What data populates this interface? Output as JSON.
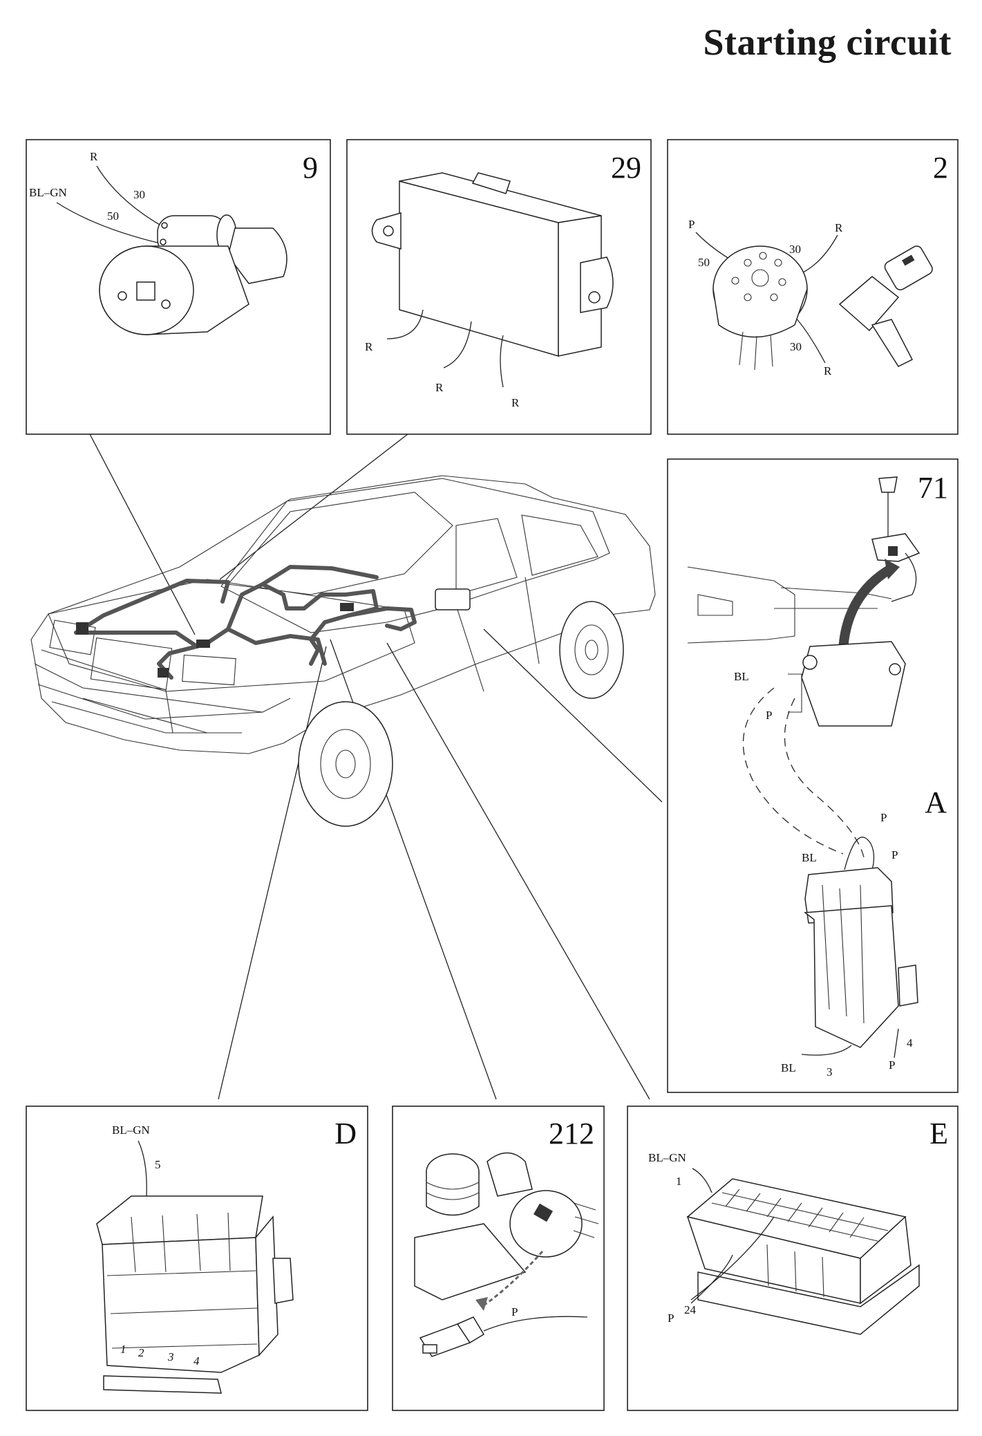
{
  "title": "Starting circuit",
  "panels": {
    "p9": {
      "number": "9",
      "labels": {
        "r": "R",
        "bl_gn": "BL–GN",
        "t30": "30",
        "t50": "50"
      }
    },
    "p29": {
      "number": "29",
      "labels": {
        "r1": "R",
        "r2": "R",
        "r3": "R"
      }
    },
    "p2": {
      "number": "2",
      "labels": {
        "p": "P",
        "r1": "R",
        "t50": "50",
        "t30a": "30",
        "t30b": "30",
        "r2": "R"
      }
    },
    "p71": {
      "number": "71",
      "letter": "A",
      "labels": {
        "bl1": "BL",
        "p1": "P",
        "p2": "P",
        "bl2": "BL",
        "p3": "P",
        "bl3": "BL",
        "pin3": "3",
        "pin4": "4",
        "p4": "P"
      }
    },
    "pD": {
      "number": "D",
      "labels": {
        "bl_gn": "BL–GN",
        "pin5": "5",
        "pin1": "1",
        "pin2": "2",
        "pin3": "3",
        "pin4": "4"
      }
    },
    "p212": {
      "number": "212",
      "labels": {
        "p": "P"
      }
    },
    "pE": {
      "number": "E",
      "labels": {
        "bl_gn": "BL–GN",
        "pin1": "1",
        "p": "P",
        "pin24": "24"
      }
    }
  }
}
